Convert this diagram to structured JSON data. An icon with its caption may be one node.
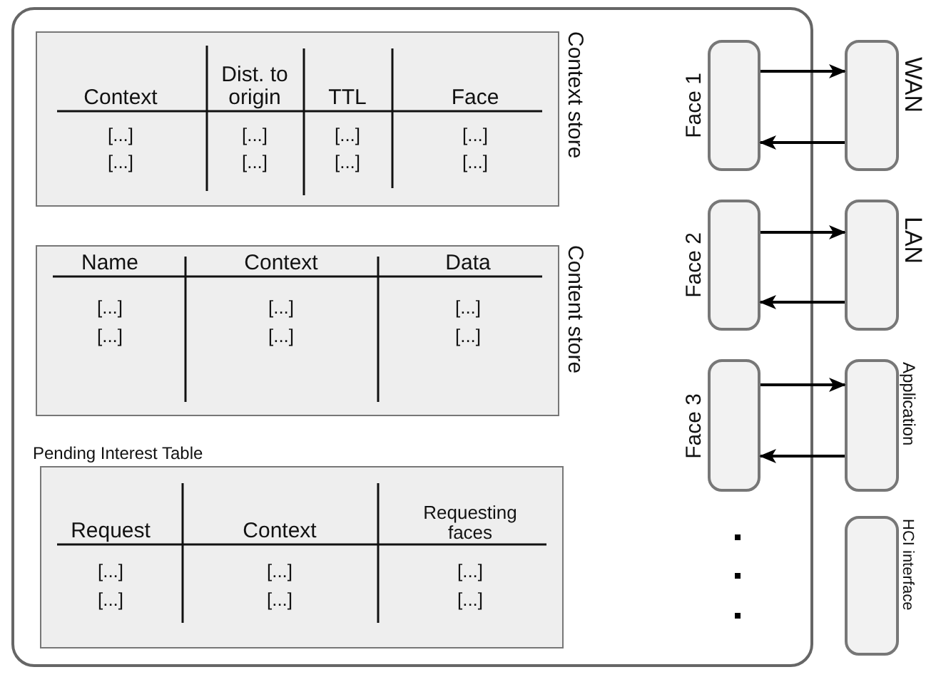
{
  "diagram": {
    "nodes": [
      {
        "text": [],
        "shape": "box"
      },
      {
        "text": [
          "Context store",
          "Context",
          "Dist. to origin",
          "TTL",
          "Face",
          "[...]",
          "[...]",
          "[...]",
          "[...]",
          "[...]",
          "[...]",
          "[...]",
          "[...]"
        ],
        "in": 0
      },
      {
        "text": [
          "Content store",
          "Name",
          "Context",
          "Data",
          "[...]",
          "[...]",
          "[...]",
          "[...]",
          "[...]",
          "[...]"
        ],
        "in": 0
      },
      {
        "text": [
          "Pending Interest Table",
          "Request",
          "Context",
          "Requesting faces",
          "[...]",
          "[...]",
          "[...]",
          "[...]",
          "[...]",
          "[...]"
        ],
        "in": 0
      },
      {
        "text": [
          "Face 1"
        ],
        "in": 0
      },
      {
        "text": [
          "Face 2"
        ],
        "in": 0
      },
      {
        "text": [
          "Face 3"
        ],
        "in": 0
      },
      {
        "text": [
          "WAN"
        ]
      },
      {
        "text": [
          "LAN"
        ]
      },
      {
        "text": [
          "Application"
        ]
      },
      {
        "text": [
          "HCI interface"
        ]
      }
    ],
    "edges": [
      {
        "from": 4,
        "to": 7,
        "arrow": "to"
      },
      {
        "from": 7,
        "to": 4,
        "arrow": "to"
      },
      {
        "from": 5,
        "to": 8,
        "arrow": "to"
      },
      {
        "from": 8,
        "to": 5,
        "arrow": "to"
      },
      {
        "from": 6,
        "to": 9,
        "arrow": "to"
      },
      {
        "from": 9,
        "to": 6,
        "arrow": "to"
      }
    ]
  }
}
